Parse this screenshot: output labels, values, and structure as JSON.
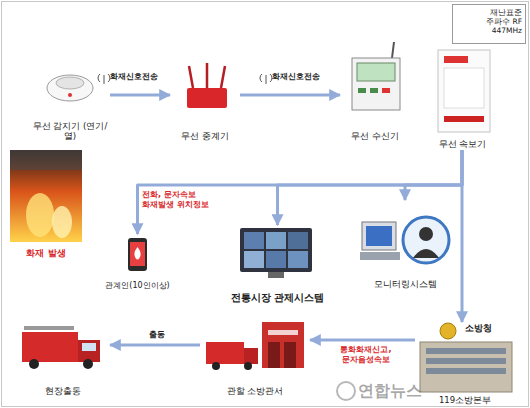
{
  "diagram": {
    "nodes": [
      {
        "text": [
          "재난표준 주파수 RF 447MHz"
        ]
      },
      {
        "text": [
          "무선 감지기 (연기/열)"
        ]
      },
      {
        "text": [
          "무선 중계기"
        ]
      },
      {
        "text": [
          "무선 수신기"
        ]
      },
      {
        "text": [
          "무선 속보기"
        ]
      },
      {
        "text": [
          "화재 발생"
        ]
      },
      {
        "text": [
          "관계인(10인이상)"
        ]
      },
      {
        "text": [
          "전통시장 관제시스템"
        ]
      },
      {
        "text": [
          "모니터링시스템"
        ]
      },
      {
        "text": [
          "소방청",
          "119소방본부"
        ]
      },
      {
        "text": [
          "관할 소방관서"
        ]
      },
      {
        "text": [
          "현장출동"
        ]
      }
    ],
    "edges": [
      {
        "from": 1,
        "to": 2,
        "label": "화재신호전송",
        "arrow": "to"
      },
      {
        "from": 2,
        "to": 3,
        "label": "화재신호전송",
        "arrow": "to"
      },
      {
        "from": 4,
        "to": 6,
        "label": "전화, 문자속보 화재발생 위치정보",
        "arrow": "to"
      },
      {
        "from": 4,
        "to": 7,
        "arrow": "to"
      },
      {
        "from": 4,
        "to": 8,
        "arrow": "to"
      },
      {
        "from": 4,
        "to": 9,
        "arrow": "to"
      },
      {
        "from": 9,
        "to": 10,
        "label": "통화화재신고, 문자음성속보",
        "arrow": "to"
      },
      {
        "from": 10,
        "to": 11,
        "label": "출동",
        "arrow": "to"
      }
    ],
    "labels": [
      "연합뉴스"
    ]
  }
}
